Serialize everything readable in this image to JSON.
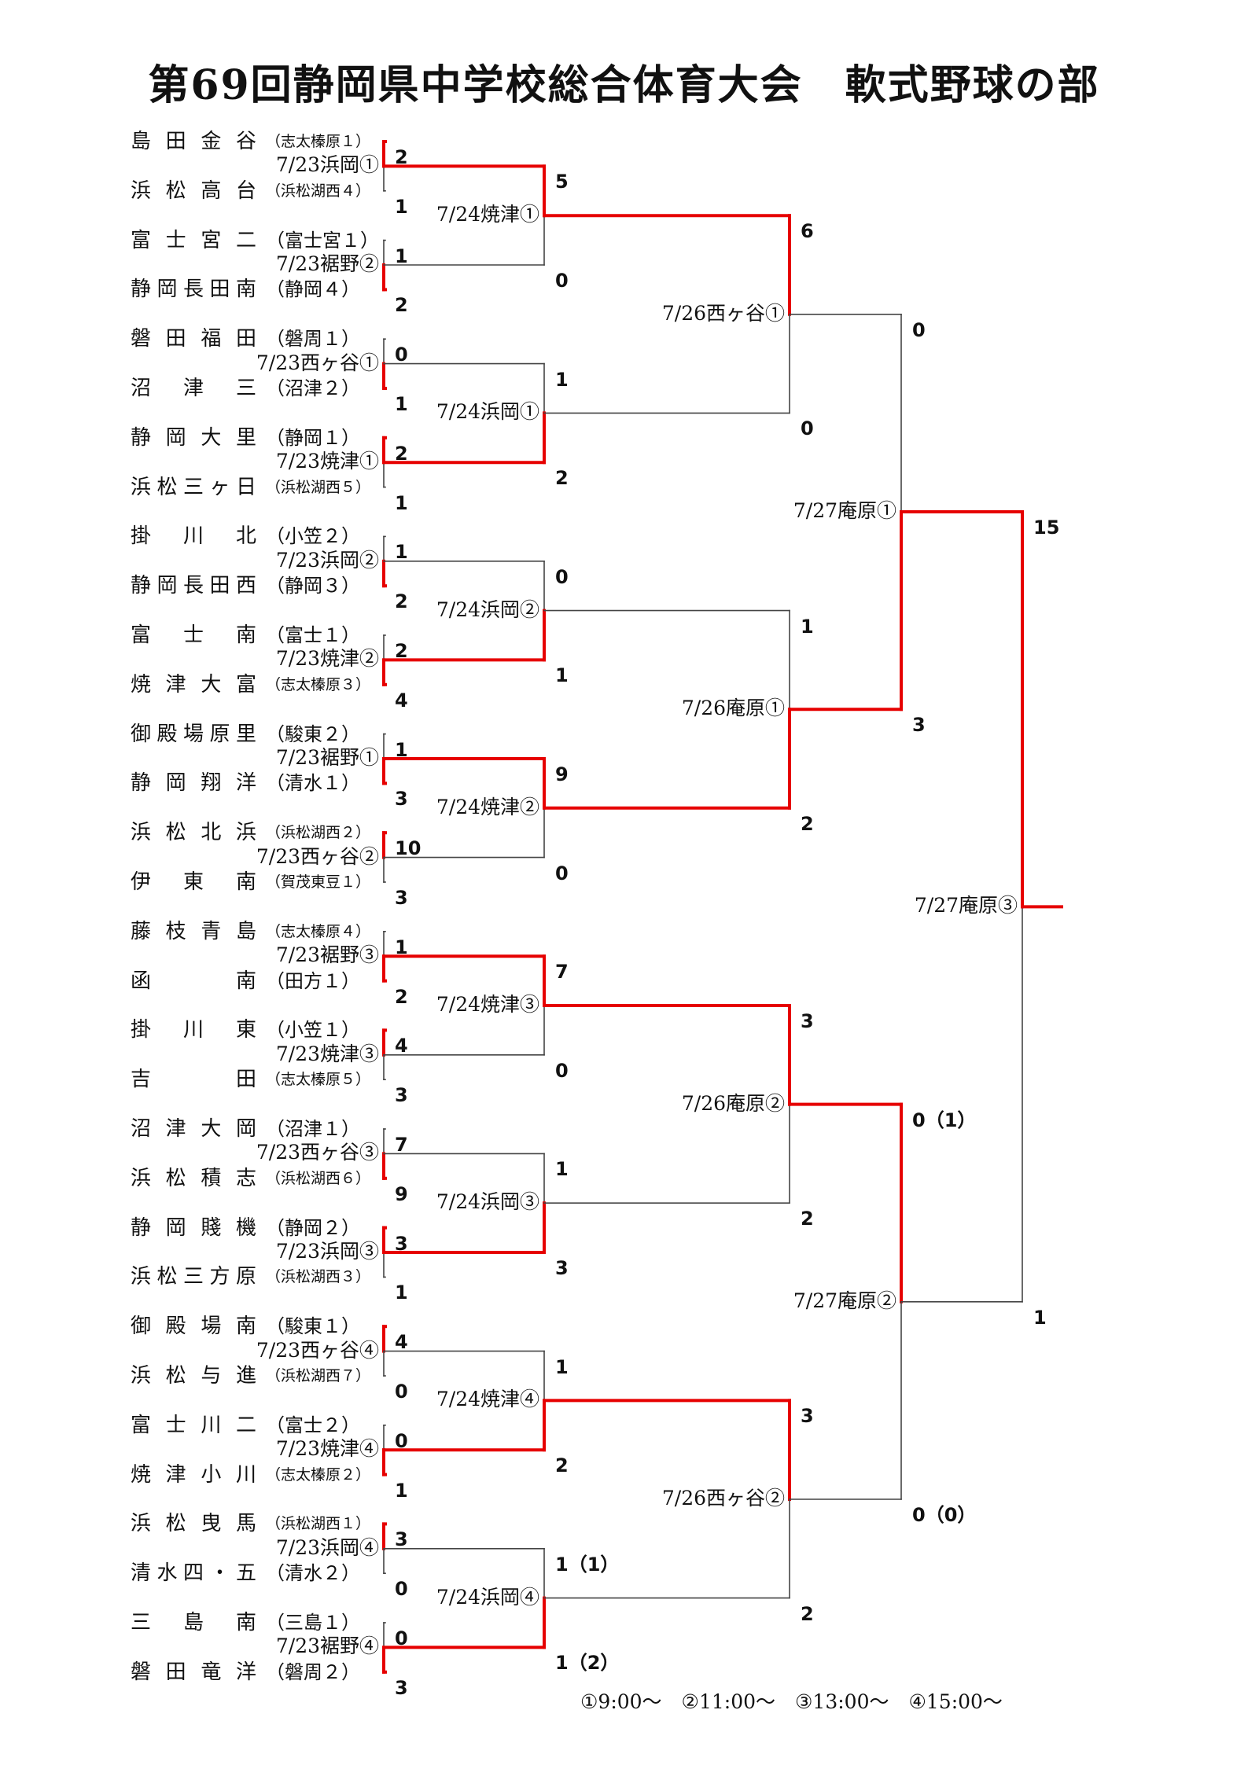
{
  "title": "第69回静岡県中学校総合体育大会　軟式野球の部",
  "teams": [
    {
      "name": "島田金谷",
      "district": "（志太榛原１）"
    },
    {
      "name": "浜松高台",
      "district": "（浜松湖西４）"
    },
    {
      "name": "富士宮二",
      "district": "（富士宮１）"
    },
    {
      "name": "静岡長田南",
      "district": "（静岡４）"
    },
    {
      "name": "磐田福田",
      "district": "（磐周１）"
    },
    {
      "name": "沼　津　三",
      "district": "（沼津２）"
    },
    {
      "name": "静岡大里",
      "district": "（静岡１）"
    },
    {
      "name": "浜松三ヶ日",
      "district": "（浜松湖西５）"
    },
    {
      "name": "掛　川　北",
      "district": "（小笠２）"
    },
    {
      "name": "静岡長田西",
      "district": "（静岡３）"
    },
    {
      "name": "富　士　南",
      "district": "（富士１）"
    },
    {
      "name": "焼津大富",
      "district": "（志太榛原３）"
    },
    {
      "name": "御殿場原里",
      "district": "（駿東２）"
    },
    {
      "name": "静岡翔洋",
      "district": "（清水１）"
    },
    {
      "name": "浜松北浜",
      "district": "（浜松湖西２）"
    },
    {
      "name": "伊　東　南",
      "district": "（賀茂東豆１）"
    },
    {
      "name": "藤枝青島",
      "district": "（志太榛原４）"
    },
    {
      "name": "函　　　南",
      "district": "（田方１）"
    },
    {
      "name": "掛　川　東",
      "district": "（小笠１）"
    },
    {
      "name": "吉　　　田",
      "district": "（志太榛原５）"
    },
    {
      "name": "沼津大岡",
      "district": "（沼津１）"
    },
    {
      "name": "浜松積志",
      "district": "（浜松湖西６）"
    },
    {
      "name": "静岡賤機",
      "district": "（静岡２）"
    },
    {
      "name": "浜松三方原",
      "district": "（浜松湖西３）"
    },
    {
      "name": "御殿場南",
      "district": "（駿東１）"
    },
    {
      "name": "浜松与進",
      "district": "（浜松湖西７）"
    },
    {
      "name": "富士川二",
      "district": "（富士２）"
    },
    {
      "name": "焼津小川",
      "district": "（志太榛原２）"
    },
    {
      "name": "浜松曳馬",
      "district": "（浜松湖西１）"
    },
    {
      "name": "清水四・五",
      "district": "（清水２）"
    },
    {
      "name": "三　島　南",
      "district": "（三島１）"
    },
    {
      "name": "磐田竜洋",
      "district": "（磐周２）"
    }
  ],
  "round1": [
    {
      "game": "7/23浜岡①",
      "scores": [
        "2",
        "1"
      ],
      "winner": 0
    },
    {
      "game": "7/23裾野②",
      "scores": [
        "1",
        "2"
      ],
      "winner": 1
    },
    {
      "game": "7/23西ヶ谷①",
      "scores": [
        "0",
        "1"
      ],
      "winner": 1
    },
    {
      "game": "7/23焼津①",
      "scores": [
        "2",
        "1"
      ],
      "winner": 0
    },
    {
      "game": "7/23浜岡②",
      "scores": [
        "1",
        "2"
      ],
      "winner": 1
    },
    {
      "game": "7/23焼津②",
      "scores": [
        "2",
        "4"
      ],
      "winner": 1
    },
    {
      "game": "7/23裾野①",
      "scores": [
        "1",
        "3"
      ],
      "winner": 1
    },
    {
      "game": "7/23西ヶ谷②",
      "scores": [
        "10",
        "3"
      ],
      "winner": 0
    },
    {
      "game": "7/23裾野③",
      "scores": [
        "1",
        "2"
      ],
      "winner": 1
    },
    {
      "game": "7/23焼津③",
      "scores": [
        "4",
        "3"
      ],
      "winner": 0
    },
    {
      "game": "7/23西ヶ谷③",
      "scores": [
        "7",
        "9"
      ],
      "winner": 1
    },
    {
      "game": "7/23浜岡③",
      "scores": [
        "3",
        "1"
      ],
      "winner": 0
    },
    {
      "game": "7/23西ヶ谷④",
      "scores": [
        "4",
        "0"
      ],
      "winner": 0
    },
    {
      "game": "7/23焼津④",
      "scores": [
        "0",
        "1"
      ],
      "winner": 1
    },
    {
      "game": "7/23浜岡④",
      "scores": [
        "3",
        "0"
      ],
      "winner": 0
    },
    {
      "game": "7/23裾野④",
      "scores": [
        "0",
        "3"
      ],
      "winner": 1
    }
  ],
  "round2": [
    {
      "game": "7/24焼津①",
      "scores": [
        "5",
        "0"
      ],
      "winner": 0
    },
    {
      "game": "7/24浜岡①",
      "scores": [
        "1",
        "2"
      ],
      "winner": 1
    },
    {
      "game": "7/24浜岡②",
      "scores": [
        "0",
        "1"
      ],
      "winner": 1
    },
    {
      "game": "7/24焼津②",
      "scores": [
        "9",
        "0"
      ],
      "winner": 0
    },
    {
      "game": "7/24焼津③",
      "scores": [
        "7",
        "0"
      ],
      "winner": 0
    },
    {
      "game": "7/24浜岡③",
      "scores": [
        "1",
        "3"
      ],
      "winner": 1
    },
    {
      "game": "7/24焼津④",
      "scores": [
        "1",
        "2"
      ],
      "winner": 1
    },
    {
      "game": "7/24浜岡④",
      "scores": [
        "1（1）",
        "1（2）"
      ],
      "winner": 1
    }
  ],
  "round3": [
    {
      "game": "7/26西ヶ谷①",
      "scores": [
        "6",
        "0"
      ],
      "winner": 0
    },
    {
      "game": "7/26庵原①",
      "scores": [
        "1",
        "2"
      ],
      "winner": 1
    },
    {
      "game": "7/26庵原②",
      "scores": [
        "3",
        "2"
      ],
      "winner": 0
    },
    {
      "game": "7/26西ヶ谷②",
      "scores": [
        "3",
        "2"
      ],
      "winner": 0
    }
  ],
  "round4": [
    {
      "game": "7/27庵原①",
      "scores": [
        "0",
        "3"
      ],
      "winner": 1
    },
    {
      "game": "7/27庵原②",
      "scores": [
        "0（1）",
        "0（0）"
      ],
      "winner": 0
    }
  ],
  "final": {
    "game": "7/27庵原③",
    "scores": [
      "15",
      "1"
    ],
    "winner": 0
  },
  "legend": "①9:00～　②11:00～　③13:00～　④15:00～",
  "colors": {
    "win": "#e60000",
    "lose": "#444444"
  }
}
